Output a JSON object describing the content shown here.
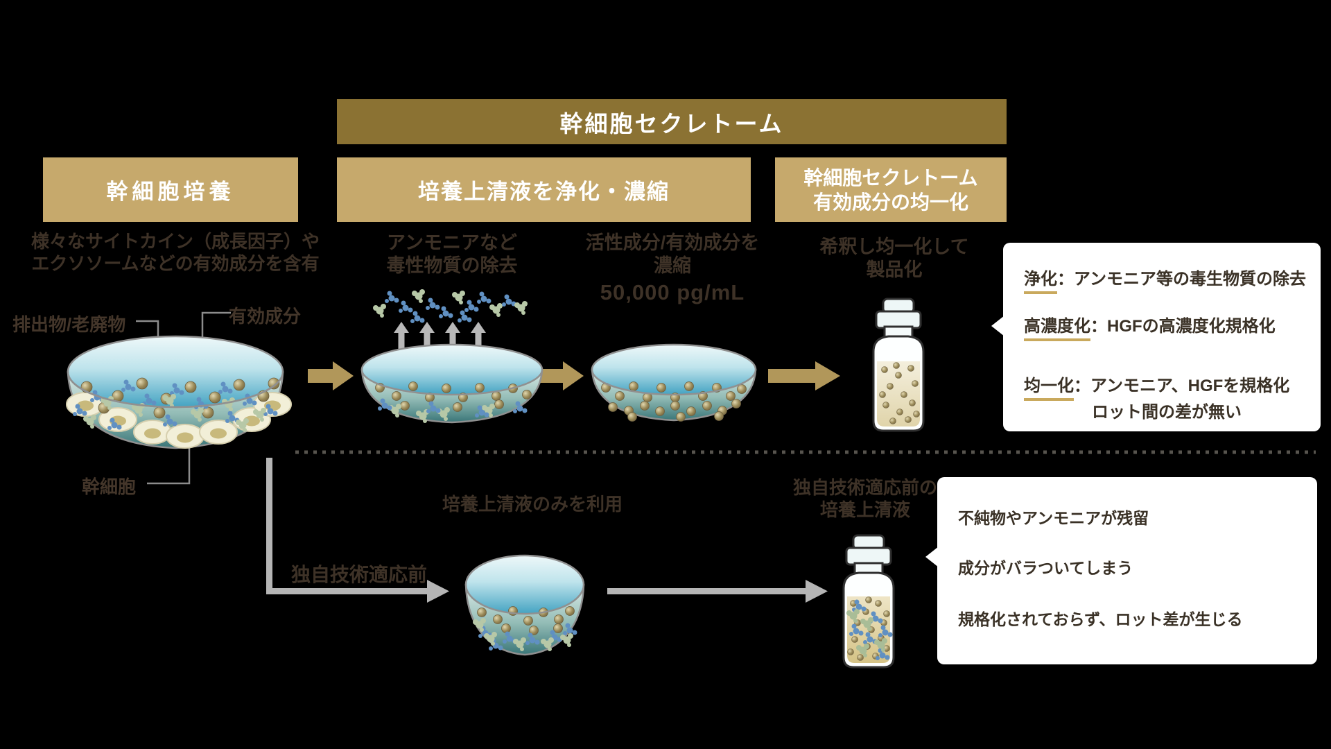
{
  "banner": {
    "title": "幹細胞セクレトーム"
  },
  "process": {
    "culture": {
      "box_label": "幹細胞培養",
      "description": [
        "様々なサイトカイン（成長因子）や",
        "エクソソームなどの有効成分を含有"
      ],
      "dish_labels": {
        "waste": "排出物/老廃物",
        "active": "有効成分",
        "stem_cell": "幹細胞"
      }
    },
    "purify": {
      "box_label": "培養上清液を浄化・濃縮",
      "step_remove": [
        "アンモニアなど",
        "毒性物質の除去"
      ],
      "step_concentrate": [
        "活性成分/有効成分を",
        "濃縮"
      ],
      "concentration_value": "50,000 pg/mL"
    },
    "uniform": {
      "box_label": [
        "幹細胞セクレトーム",
        "有効成分の均一化"
      ],
      "step_product": [
        "希釈し均一化して",
        "製品化"
      ]
    }
  },
  "info_top": {
    "items": [
      {
        "term": "浄化",
        "rest": "：アンモニア等の毒生物質の除去"
      },
      {
        "term": "高濃度化",
        "rest": "：HGFの高濃度化規格化"
      },
      {
        "term": "均一化",
        "rest": "：アンモニア、HGFを規格化",
        "line2": "ロット間の差が無い"
      }
    ]
  },
  "before": {
    "branch_label": "独自技術適応前",
    "dish_caption": "培養上清液のみを利用",
    "vial_caption": [
      "独自技術適応前の",
      "培養上清液"
    ],
    "info_items": [
      "不純物やアンモニアが残留",
      "成分がバラついてしまう",
      "規格化されておらず、ロット差が生じる"
    ]
  },
  "illustrations": {
    "dish_culture": "petri-dish-with-stem-cells",
    "dish_purify": "petri-dish-ammonia-removal",
    "dish_concentrate": "petri-dish-concentrated",
    "dish_before": "petri-dish-supernatant-only",
    "vial_product": "product-vial",
    "vial_before": "unprocessed-vial"
  },
  "colors": {
    "background": "#000000",
    "banner_gold": "#8b7233",
    "box_gold": "#c6a96c",
    "caption_brown": "#3e3227",
    "underline_gold": "#c9a95d",
    "arrow_gold": "#b1975a",
    "arrow_gray": "#b5b5b5",
    "info_box_bg": "#ffffff",
    "info_text": "#3a3126"
  }
}
